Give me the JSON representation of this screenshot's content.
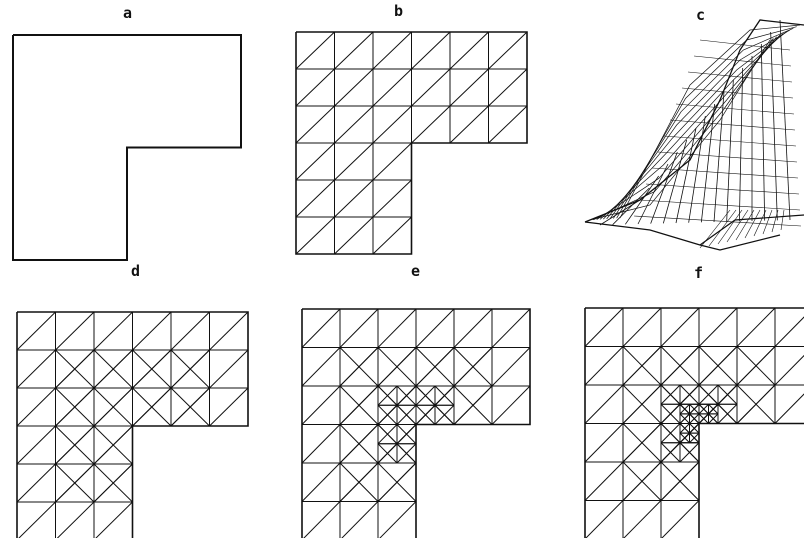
{
  "panels": {
    "a": {
      "label": "a"
    },
    "b": {
      "label": "b"
    },
    "c": {
      "label": "c"
    },
    "d": {
      "label": "d"
    },
    "e": {
      "label": "e"
    },
    "f": {
      "label": "f"
    }
  },
  "colors": {
    "ink": "#111111",
    "background": "#ffffff"
  }
}
